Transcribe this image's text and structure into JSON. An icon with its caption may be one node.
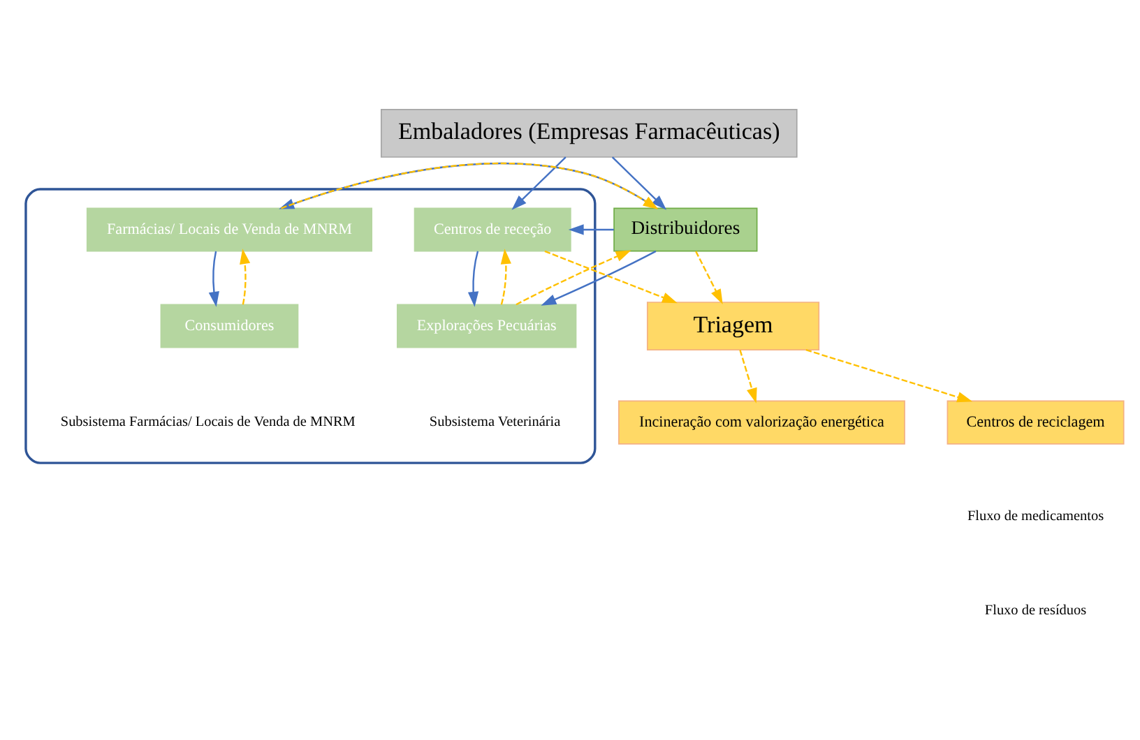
{
  "diagram": {
    "nodes": [
      {
        "text": [
          "Embaladores (Empresas Farmacêuticas)"
        ]
      },
      {
        "text": [
          "Distribuidores"
        ]
      },
      {
        "text": [],
        "shape": "box"
      },
      {
        "text": [
          "Centros de receção"
        ],
        "in": 2
      },
      {
        "text": [
          "Farmácias/ Locais de Venda de MNRM"
        ],
        "in": 2
      },
      {
        "text": [
          "Explorações Pecuárias"
        ],
        "in": 2
      },
      {
        "text": [
          "Consumidores"
        ],
        "in": 2
      },
      {
        "text": [
          "Triagem"
        ]
      },
      {
        "text": [
          "Centros de reciclagem"
        ]
      },
      {
        "text": [
          "Incineração com valorização energética"
        ]
      }
    ],
    "edges": [
      {
        "from": 0,
        "to": 1,
        "arrow": "to",
        "color": "#4472c4"
      },
      {
        "from": 0,
        "to": 3,
        "arrow": "to",
        "color": "#4472c4"
      },
      {
        "from": 1,
        "to": 3,
        "arrow": "to",
        "color": "#4472c4"
      },
      {
        "from": 1,
        "to": 5,
        "arrow": "to",
        "color": "#4472c4"
      },
      {
        "from": 5,
        "to": 1,
        "arrow": "to",
        "style": "dashed",
        "color": "#ffc000"
      },
      {
        "from": 4,
        "to": 1,
        "arrow": "to",
        "style": "dashed",
        "color": "#ffc000"
      },
      {
        "from": 1,
        "to": 4,
        "arrow": "to",
        "color": "#4472c4"
      },
      {
        "from": 3,
        "to": 5,
        "arrow": "to",
        "color": "#4472c4"
      },
      {
        "from": 5,
        "to": 3,
        "arrow": "to",
        "style": "dashed",
        "color": "#ffc000"
      },
      {
        "from": 4,
        "to": 6,
        "arrow": "to",
        "color": "#4472c4"
      },
      {
        "from": 6,
        "to": 4,
        "arrow": "to",
        "style": "dashed",
        "color": "#ffc000"
      },
      {
        "from": 1,
        "to": 7,
        "arrow": "to",
        "style": "dashed",
        "color": "#ffc000"
      },
      {
        "from": 3,
        "to": 7,
        "arrow": "to",
        "style": "dashed",
        "color": "#ffc000"
      },
      {
        "from": 7,
        "to": 8,
        "arrow": "to",
        "style": "dashed",
        "color": "#ffc000"
      },
      {
        "from": 7,
        "to": 9,
        "arrow": "to",
        "style": "dashed",
        "color": "#ffc000"
      }
    ],
    "labels": [
      "Subsistema Veterinária",
      "Subsistema Farmácias/ Locais de Venda de MNRM"
    ],
    "legend": [
      {
        "text": "Fluxo de medicamentos"
      },
      {
        "text": "Fluxo de resíduos"
      }
    ]
  }
}
